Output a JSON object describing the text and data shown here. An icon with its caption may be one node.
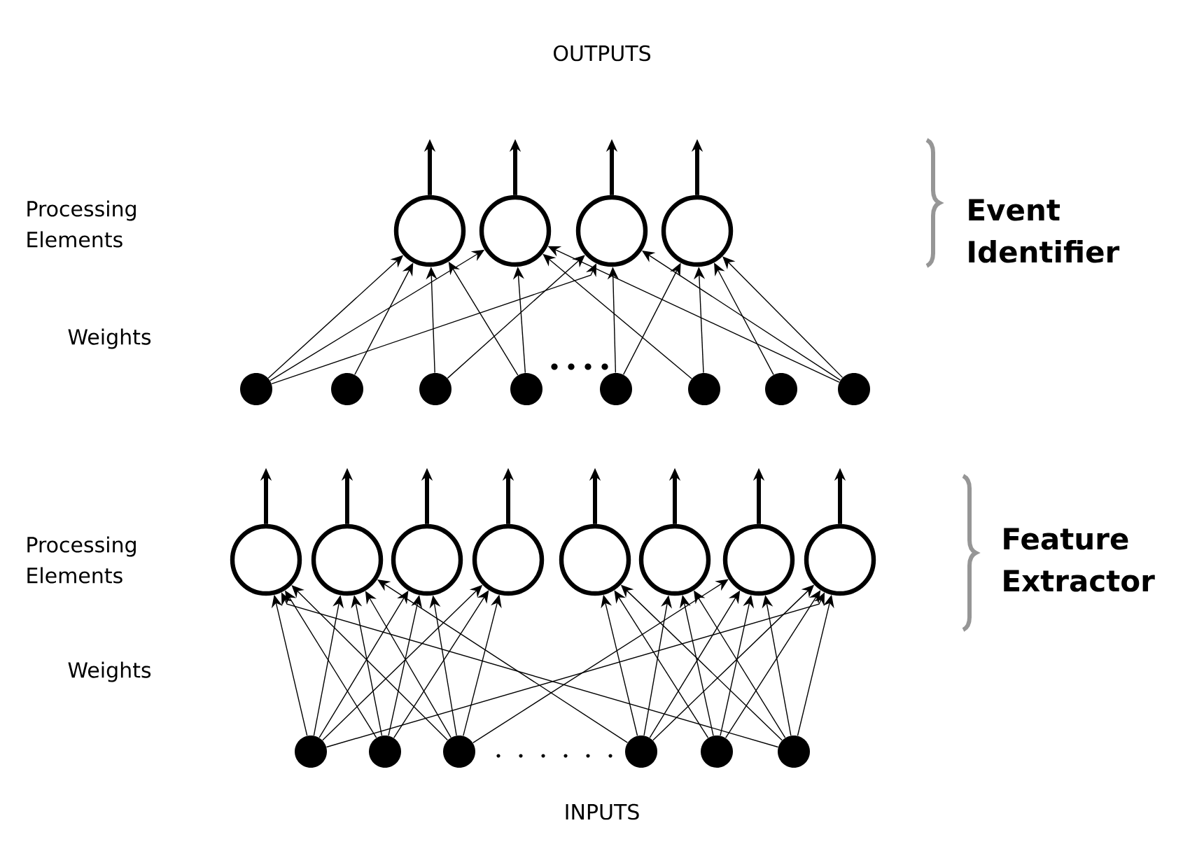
{
  "diagram": {
    "nodes": [
      {
        "text": [],
        "shape": "circle"
      },
      {
        "text": [],
        "shape": "circle"
      },
      {
        "text": [],
        "shape": "circle"
      },
      {
        "text": [],
        "shape": "circle"
      },
      {
        "text": [],
        "shape": "dot"
      },
      {
        "text": [],
        "shape": "dot"
      },
      {
        "text": [],
        "shape": "dot"
      },
      {
        "text": [],
        "shape": "dot"
      },
      {
        "text": [],
        "shape": "dot"
      },
      {
        "text": [],
        "shape": "dot"
      },
      {
        "text": [],
        "shape": "dot"
      },
      {
        "text": [],
        "shape": "dot"
      },
      {
        "text": [],
        "shape": "circle"
      },
      {
        "text": [],
        "shape": "circle"
      },
      {
        "text": [],
        "shape": "circle"
      },
      {
        "text": [],
        "shape": "circle"
      },
      {
        "text": [],
        "shape": "circle"
      },
      {
        "text": [],
        "shape": "circle"
      },
      {
        "text": [],
        "shape": "circle"
      },
      {
        "text": [],
        "shape": "circle"
      },
      {
        "text": [],
        "shape": "dot"
      },
      {
        "text": [],
        "shape": "dot"
      },
      {
        "text": [],
        "shape": "dot"
      },
      {
        "text": [],
        "shape": "dot"
      },
      {
        "text": [],
        "shape": "dot"
      },
      {
        "text": [],
        "shape": "dot"
      }
    ],
    "edges": [
      {
        "from": 0,
        "to": null,
        "arrow": "to",
        "style": "thick"
      },
      {
        "from": 1,
        "to": null,
        "arrow": "to",
        "style": "thick"
      },
      {
        "from": 2,
        "to": null,
        "arrow": "to",
        "style": "thick"
      },
      {
        "from": 3,
        "to": null,
        "arrow": "to",
        "style": "thick"
      },
      {
        "from": 4,
        "to": 0,
        "arrow": "to"
      },
      {
        "from": 4,
        "to": 1,
        "arrow": "to"
      },
      {
        "from": 4,
        "to": 2,
        "arrow": "to"
      },
      {
        "from": 5,
        "to": 0,
        "arrow": "to"
      },
      {
        "from": 6,
        "to": 0,
        "arrow": "to"
      },
      {
        "from": 6,
        "to": 2,
        "arrow": "to"
      },
      {
        "from": 7,
        "to": 0,
        "arrow": "to"
      },
      {
        "from": 7,
        "to": 1,
        "arrow": "to"
      },
      {
        "from": 8,
        "to": 2,
        "arrow": "to"
      },
      {
        "from": 8,
        "to": 3,
        "arrow": "to"
      },
      {
        "from": 9,
        "to": 1,
        "arrow": "to"
      },
      {
        "from": 9,
        "to": 3,
        "arrow": "to"
      },
      {
        "from": 10,
        "to": 3,
        "arrow": "to"
      },
      {
        "from": 11,
        "to": 1,
        "arrow": "to"
      },
      {
        "from": 11,
        "to": 2,
        "arrow": "to"
      },
      {
        "from": 11,
        "to": 3,
        "arrow": "to"
      },
      {
        "from": 12,
        "to": null,
        "arrow": "to",
        "style": "thick"
      },
      {
        "from": 13,
        "to": null,
        "arrow": "to",
        "style": "thick"
      },
      {
        "from": 14,
        "to": null,
        "arrow": "to",
        "style": "thick"
      },
      {
        "from": 15,
        "to": null,
        "arrow": "to",
        "style": "thick"
      },
      {
        "from": 16,
        "to": null,
        "arrow": "to",
        "style": "thick"
      },
      {
        "from": 17,
        "to": null,
        "arrow": "to",
        "style": "thick"
      },
      {
        "from": 18,
        "to": null,
        "arrow": "to",
        "style": "thick"
      },
      {
        "from": 19,
        "to": null,
        "arrow": "to",
        "style": "thick"
      },
      {
        "from": 20,
        "to": 12,
        "arrow": "to"
      },
      {
        "from": 20,
        "to": 13,
        "arrow": "to"
      },
      {
        "from": 20,
        "to": 14,
        "arrow": "to"
      },
      {
        "from": 20,
        "to": 15,
        "arrow": "to"
      },
      {
        "from": 20,
        "to": 19,
        "arrow": "to"
      },
      {
        "from": 21,
        "to": 12,
        "arrow": "to"
      },
      {
        "from": 21,
        "to": 13,
        "arrow": "to"
      },
      {
        "from": 21,
        "to": 14,
        "arrow": "to"
      },
      {
        "from": 21,
        "to": 15,
        "arrow": "to"
      },
      {
        "from": 22,
        "to": 12,
        "arrow": "to"
      },
      {
        "from": 22,
        "to": 13,
        "arrow": "to"
      },
      {
        "from": 22,
        "to": 14,
        "arrow": "to"
      },
      {
        "from": 22,
        "to": 15,
        "arrow": "to"
      },
      {
        "from": 22,
        "to": 18,
        "arrow": "to"
      },
      {
        "from": 23,
        "to": 13,
        "arrow": "to"
      },
      {
        "from": 23,
        "to": 16,
        "arrow": "to"
      },
      {
        "from": 23,
        "to": 17,
        "arrow": "to"
      },
      {
        "from": 23,
        "to": 18,
        "arrow": "to"
      },
      {
        "from": 23,
        "to": 19,
        "arrow": "to"
      },
      {
        "from": 24,
        "to": 16,
        "arrow": "to"
      },
      {
        "from": 24,
        "to": 17,
        "arrow": "to"
      },
      {
        "from": 24,
        "to": 18,
        "arrow": "to"
      },
      {
        "from": 24,
        "to": 19,
        "arrow": "to"
      },
      {
        "from": 25,
        "to": 12,
        "arrow": "to"
      },
      {
        "from": 25,
        "to": 16,
        "arrow": "to"
      },
      {
        "from": 25,
        "to": 17,
        "arrow": "to"
      },
      {
        "from": 25,
        "to": 18,
        "arrow": "to"
      },
      {
        "from": 25,
        "to": 19,
        "arrow": "to"
      }
    ],
    "labels": [
      "OUTPUTS",
      "Processing Elements",
      "Event Identifier",
      "Weights",
      "Processing Elements",
      "Feature Extractor",
      "Weights",
      "INPUTS"
    ]
  }
}
